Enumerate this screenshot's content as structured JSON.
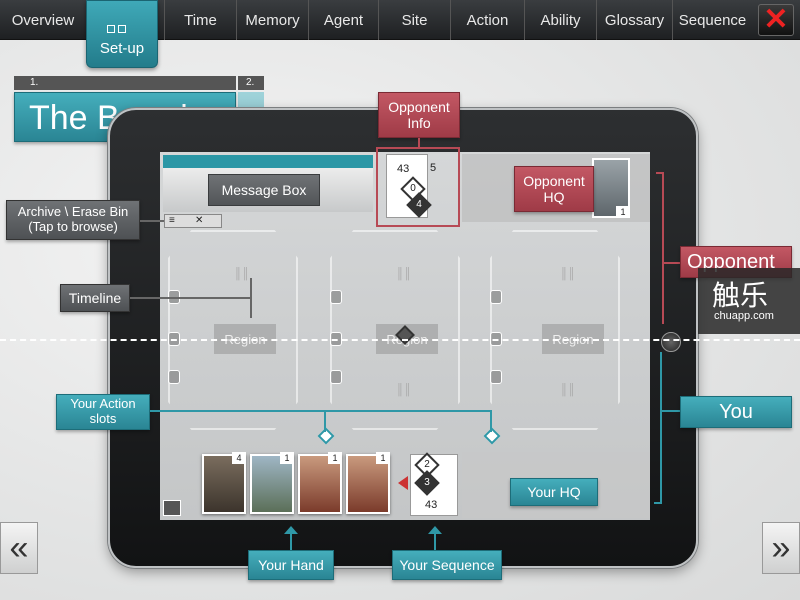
{
  "nav": {
    "tabs": [
      {
        "label": "Overview"
      },
      {
        "label": "Set-up"
      },
      {
        "label": "Time"
      },
      {
        "label": "Memory"
      },
      {
        "label": "Agent"
      },
      {
        "label": "Site"
      },
      {
        "label": "Action"
      },
      {
        "label": "Ability"
      },
      {
        "label": "Glossary"
      },
      {
        "label": "Sequence"
      }
    ],
    "active_tab": "Set-up",
    "close_glyph": "✕"
  },
  "steps": {
    "step1": "1.",
    "step2": "2."
  },
  "page_title": "The Board",
  "board": {
    "message_box": "Message Box",
    "regions": [
      "Region",
      "Region",
      "Region"
    ],
    "opponent_card": {
      "top_value": "43",
      "side_value": "5",
      "diamond_a": "0",
      "diamond_b": "4"
    },
    "opponent_hq_count": "1",
    "hand_badges": [
      "4",
      "1",
      "1",
      "1"
    ],
    "sequence": {
      "top": "2",
      "mid": "3",
      "bottom": "43"
    }
  },
  "callouts": {
    "opponent_info": "Opponent\nInfo",
    "opponent_hq": "Opponent\nHQ",
    "opponent": "Opponent",
    "you": "You",
    "archive": "Archive \\ Erase Bin\n(Tap to browse)",
    "timeline": "Timeline",
    "action_slots": "Your Action\nslots",
    "your_hq": "Your HQ",
    "your_hand": "Your Hand",
    "your_sequence": "Your Sequence"
  },
  "nav_arrows": {
    "prev": "«",
    "next": "»"
  },
  "watermark": {
    "title": "触乐",
    "url": "chuapp.com"
  },
  "colors": {
    "teal": "#2a8594",
    "red": "#9f3b47",
    "dark": "#1e2022"
  }
}
